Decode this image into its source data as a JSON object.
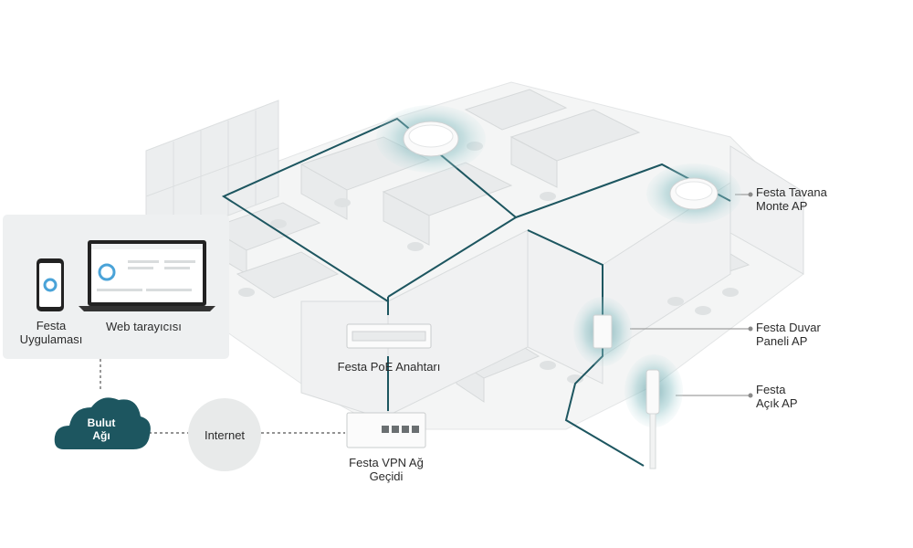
{
  "labels": {
    "app": [
      "Festa",
      "Uygulaması"
    ],
    "browser": "Web tarayıcısı",
    "cloud": [
      "Bulut",
      "Ağı"
    ],
    "internet": "Internet",
    "poe_switch": "Festa PoE Anahtarı",
    "vpn_gateway": [
      "Festa VPN Ağ",
      "Geçidi"
    ],
    "ceiling_ap": [
      "Festa Tavana",
      "Monte AP"
    ],
    "wall_ap": [
      "Festa Duvar",
      "Paneli AP"
    ],
    "outdoor_ap": [
      "Festa",
      "Açık AP"
    ]
  },
  "colors": {
    "link_line": "#1d5660",
    "cloud": "#1d5660",
    "wifi_ring": "#9fc9cc",
    "panel_bg": "#eef0f1",
    "internet_circle": "#e8eaea"
  },
  "icons": [
    "cloud-icon",
    "smartphone-icon",
    "laptop-icon",
    "switch-icon",
    "gateway-icon",
    "ceiling-ap-icon",
    "wall-ap-icon",
    "outdoor-ap-icon"
  ]
}
